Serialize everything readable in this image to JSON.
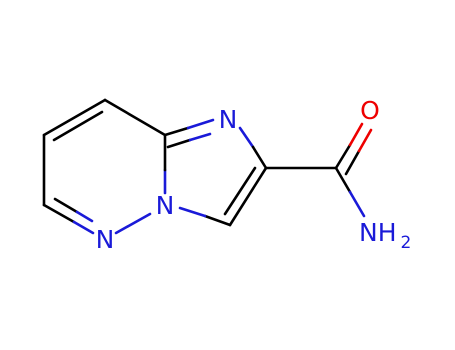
{
  "molecule": {
    "atoms": {
      "n_imidazole": "N",
      "n_bridgehead": "N",
      "n_pyridazine": "N",
      "o_carbonyl": "O",
      "nh2_main": "NH",
      "nh2_subscript": "2"
    }
  },
  "colors": {
    "carbon_bond": "#000000",
    "nitrogen": "#1a1ad8",
    "oxygen": "#ee0000"
  }
}
